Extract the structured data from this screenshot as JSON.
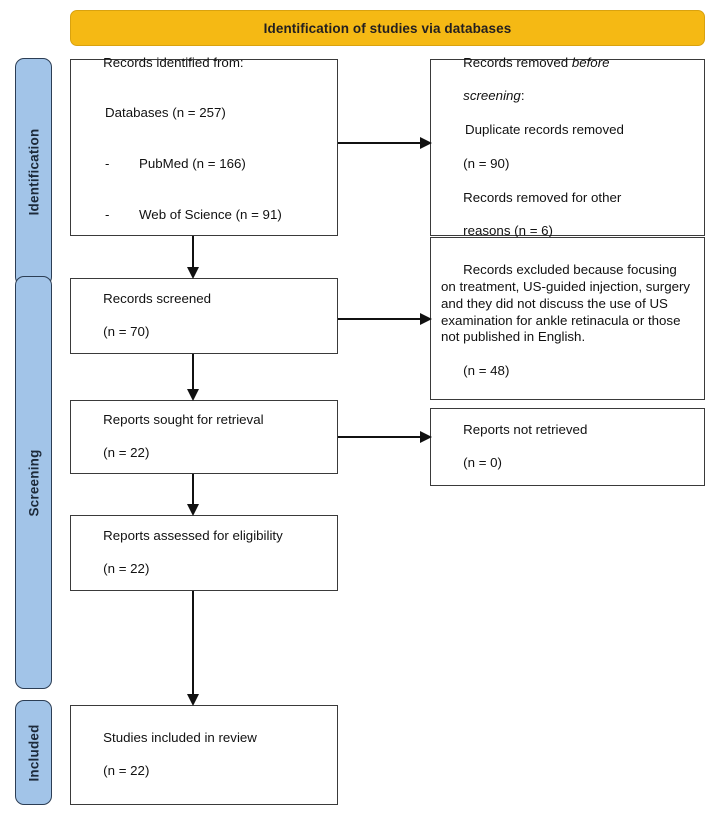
{
  "diagram": {
    "type": "prisma-flow-diagram",
    "title": "PRISMA flow diagram",
    "banner": {
      "label": "Identification of studies via databases",
      "color": "#F5B914"
    },
    "stage_color": "#A2C4E8",
    "stages": [
      {
        "id": "identification",
        "label": "Identification"
      },
      {
        "id": "screening",
        "label": "Screening"
      },
      {
        "id": "included",
        "label": "Included"
      }
    ],
    "boxes": {
      "records_identified": {
        "line1": "Records identified from:",
        "line2": "Databases (n = 257)",
        "bullet1_dash": "-",
        "bullet1": "PubMed (n = 166)",
        "bullet2_dash": "-",
        "bullet2": "Web of Science (n = 91)"
      },
      "records_removed": {
        "line1a": "Records removed ",
        "line1b_italic": "before",
        "line2a_italic": "screening",
        "line2b": ":",
        "line3": "Duplicate records removed",
        "line4": "(n = 90)",
        "line5": "Records removed for other",
        "line6": "reasons (n = 6)"
      },
      "records_screened": {
        "line1": "Records screened",
        "line2": "(n = 70)"
      },
      "records_excluded": {
        "line1": "Records excluded because focusing on treatment, US-guided injection, surgery and they did not discuss the use of US examination for ankle retinacula or those not published in English.",
        "line2": "(n = 48)"
      },
      "reports_sought": {
        "line1": "Reports sought for retrieval",
        "line2": "(n = 22)"
      },
      "reports_not_retrieved": {
        "line1": "Reports not retrieved",
        "line2": "(n = 0)"
      },
      "reports_assessed": {
        "line1": "Reports assessed for eligibility",
        "line2": "(n = 22)"
      },
      "studies_included": {
        "line1": "Studies included in review",
        "line2": "(n = 22)"
      }
    },
    "counts": {
      "databases_total": 257,
      "pubmed": 166,
      "web_of_science": 91,
      "duplicates_removed": 90,
      "other_reasons_removed": 6,
      "records_screened": 70,
      "records_excluded": 48,
      "reports_sought": 22,
      "reports_not_retrieved": 0,
      "reports_assessed": 22,
      "studies_included": 22
    }
  }
}
